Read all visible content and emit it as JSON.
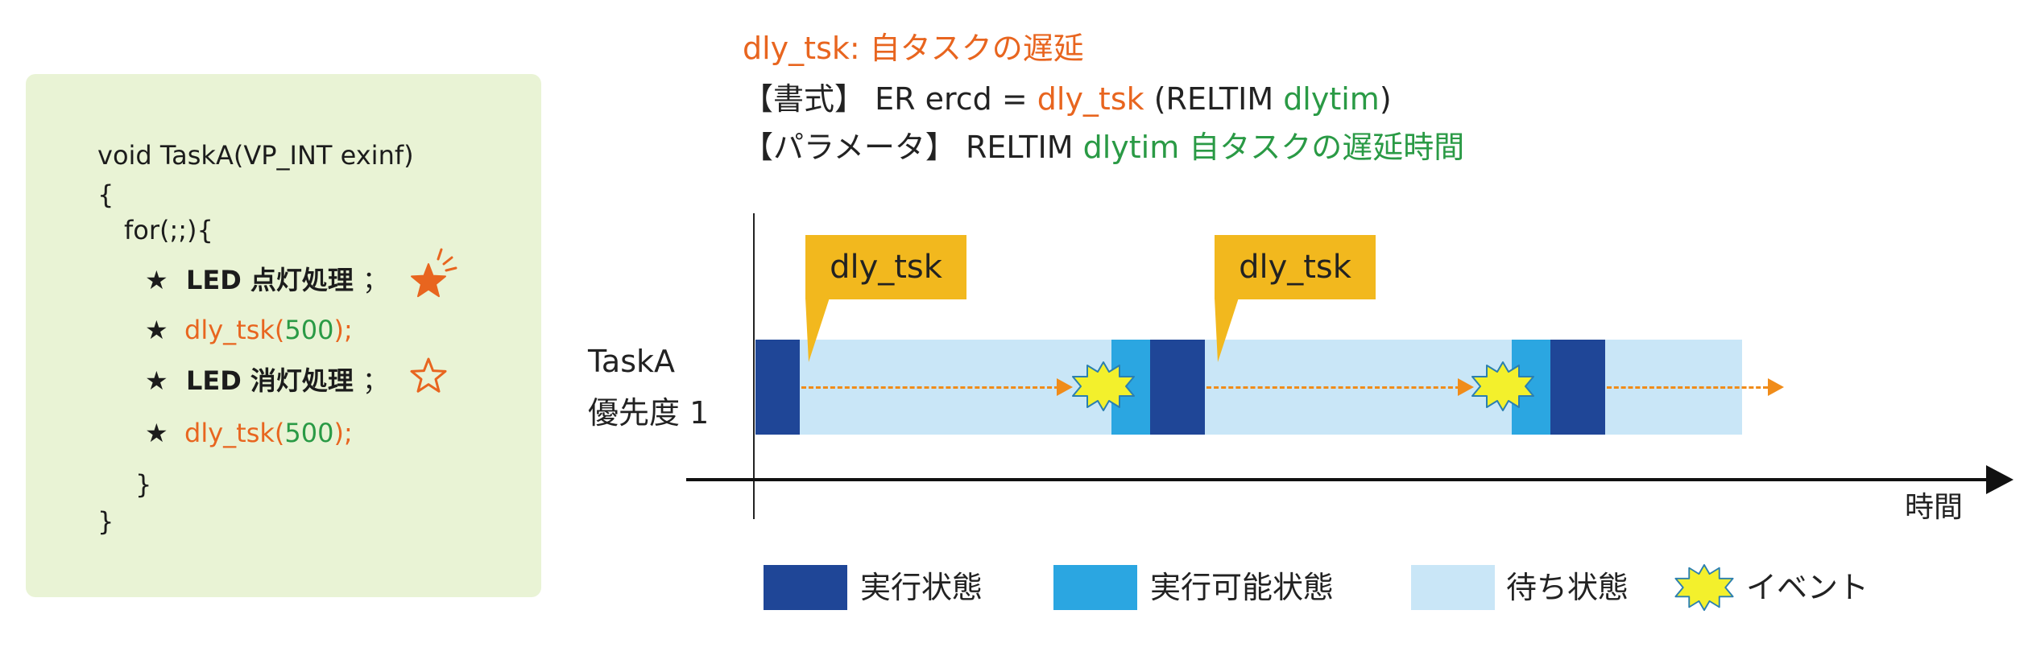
{
  "code": {
    "line1": "void TaskA(VP_INT exinf)",
    "line2": "{",
    "line3": "for(;;){",
    "star": "★",
    "led_on": "LED 点灯処理",
    "semicolon": "；",
    "dly_call_name": "dly_tsk(",
    "dly_call_arg": "500",
    "dly_call_end": ");",
    "led_off": "LED 消灯処理",
    "close_inner": "}",
    "close_outer": "}"
  },
  "header": {
    "title": "dly_tsk: 自タスクの遅延",
    "format_prefix": "【書式】 ER ercd = ",
    "format_func": "dly_tsk",
    "format_paren_open": " (RELTIM ",
    "format_arg": "dlytim",
    "format_paren_close": ")",
    "param_prefix": "【パラメータ】 RELTIM ",
    "param_desc": "dlytim 自タスクの遅延時間"
  },
  "timeline": {
    "task_name": "TaskA",
    "priority": "優先度 1",
    "callout1": "dly_tsk",
    "callout2": "dly_tsk",
    "time_label": "時間"
  },
  "legend": {
    "running": "実行状態",
    "ready": "実行可能状態",
    "waiting": "待ち状態",
    "event": "イベント"
  },
  "colors": {
    "running": "#1f4697",
    "ready": "#2ba6e1",
    "waiting": "#c9e6f7",
    "callout": "#f2b81e",
    "event": "#f3f02c",
    "accent_orange": "#e8651f",
    "accent_green": "#2a9a45",
    "code_bg": "#e9f3d5"
  }
}
